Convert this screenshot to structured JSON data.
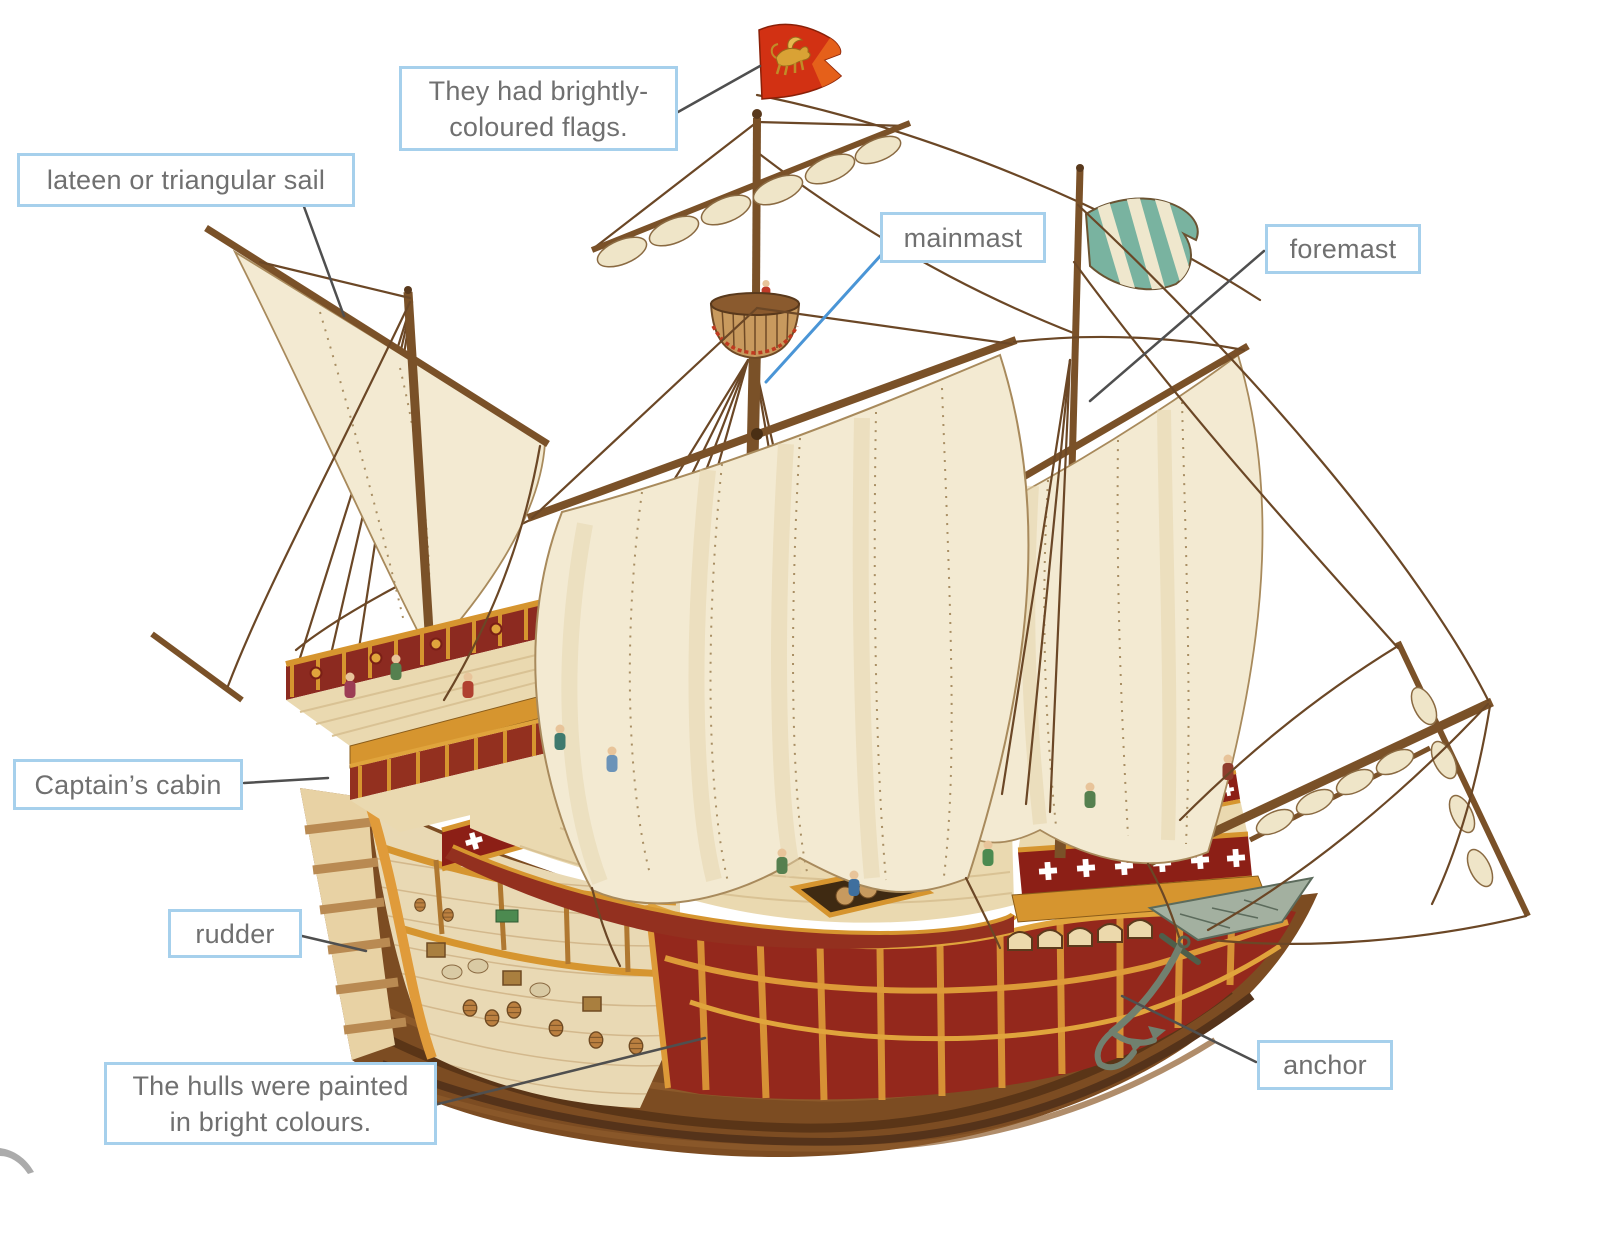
{
  "diagram": {
    "subject": "carrack-sailing-ship-cutaway",
    "labels": [
      {
        "id": "flags-note",
        "text": "They had brightly-\ncoloured flags."
      },
      {
        "id": "lateen-sail",
        "text": "lateen or triangular sail"
      },
      {
        "id": "mainmast",
        "text": "mainmast"
      },
      {
        "id": "foremast",
        "text": "foremast"
      },
      {
        "id": "captains-cabin",
        "text": "Captain’s cabin"
      },
      {
        "id": "rudder",
        "text": "rudder"
      },
      {
        "id": "hulls-note",
        "text": "The hulls were painted\nin bright colours."
      },
      {
        "id": "anchor",
        "text": "anchor"
      }
    ],
    "colors": {
      "label_border": "#a6d0ec",
      "label_text": "#707070",
      "leader_line": "#4f4f4f",
      "leader_line_mainmast": "#4a95d6",
      "sail_cream": "#f3ead2",
      "hull_red": "#94281c",
      "wood_brown": "#7a5128",
      "gold_trim": "#d6952f",
      "flag_red": "#d23113",
      "flag_teal": "#79b3a0"
    }
  }
}
